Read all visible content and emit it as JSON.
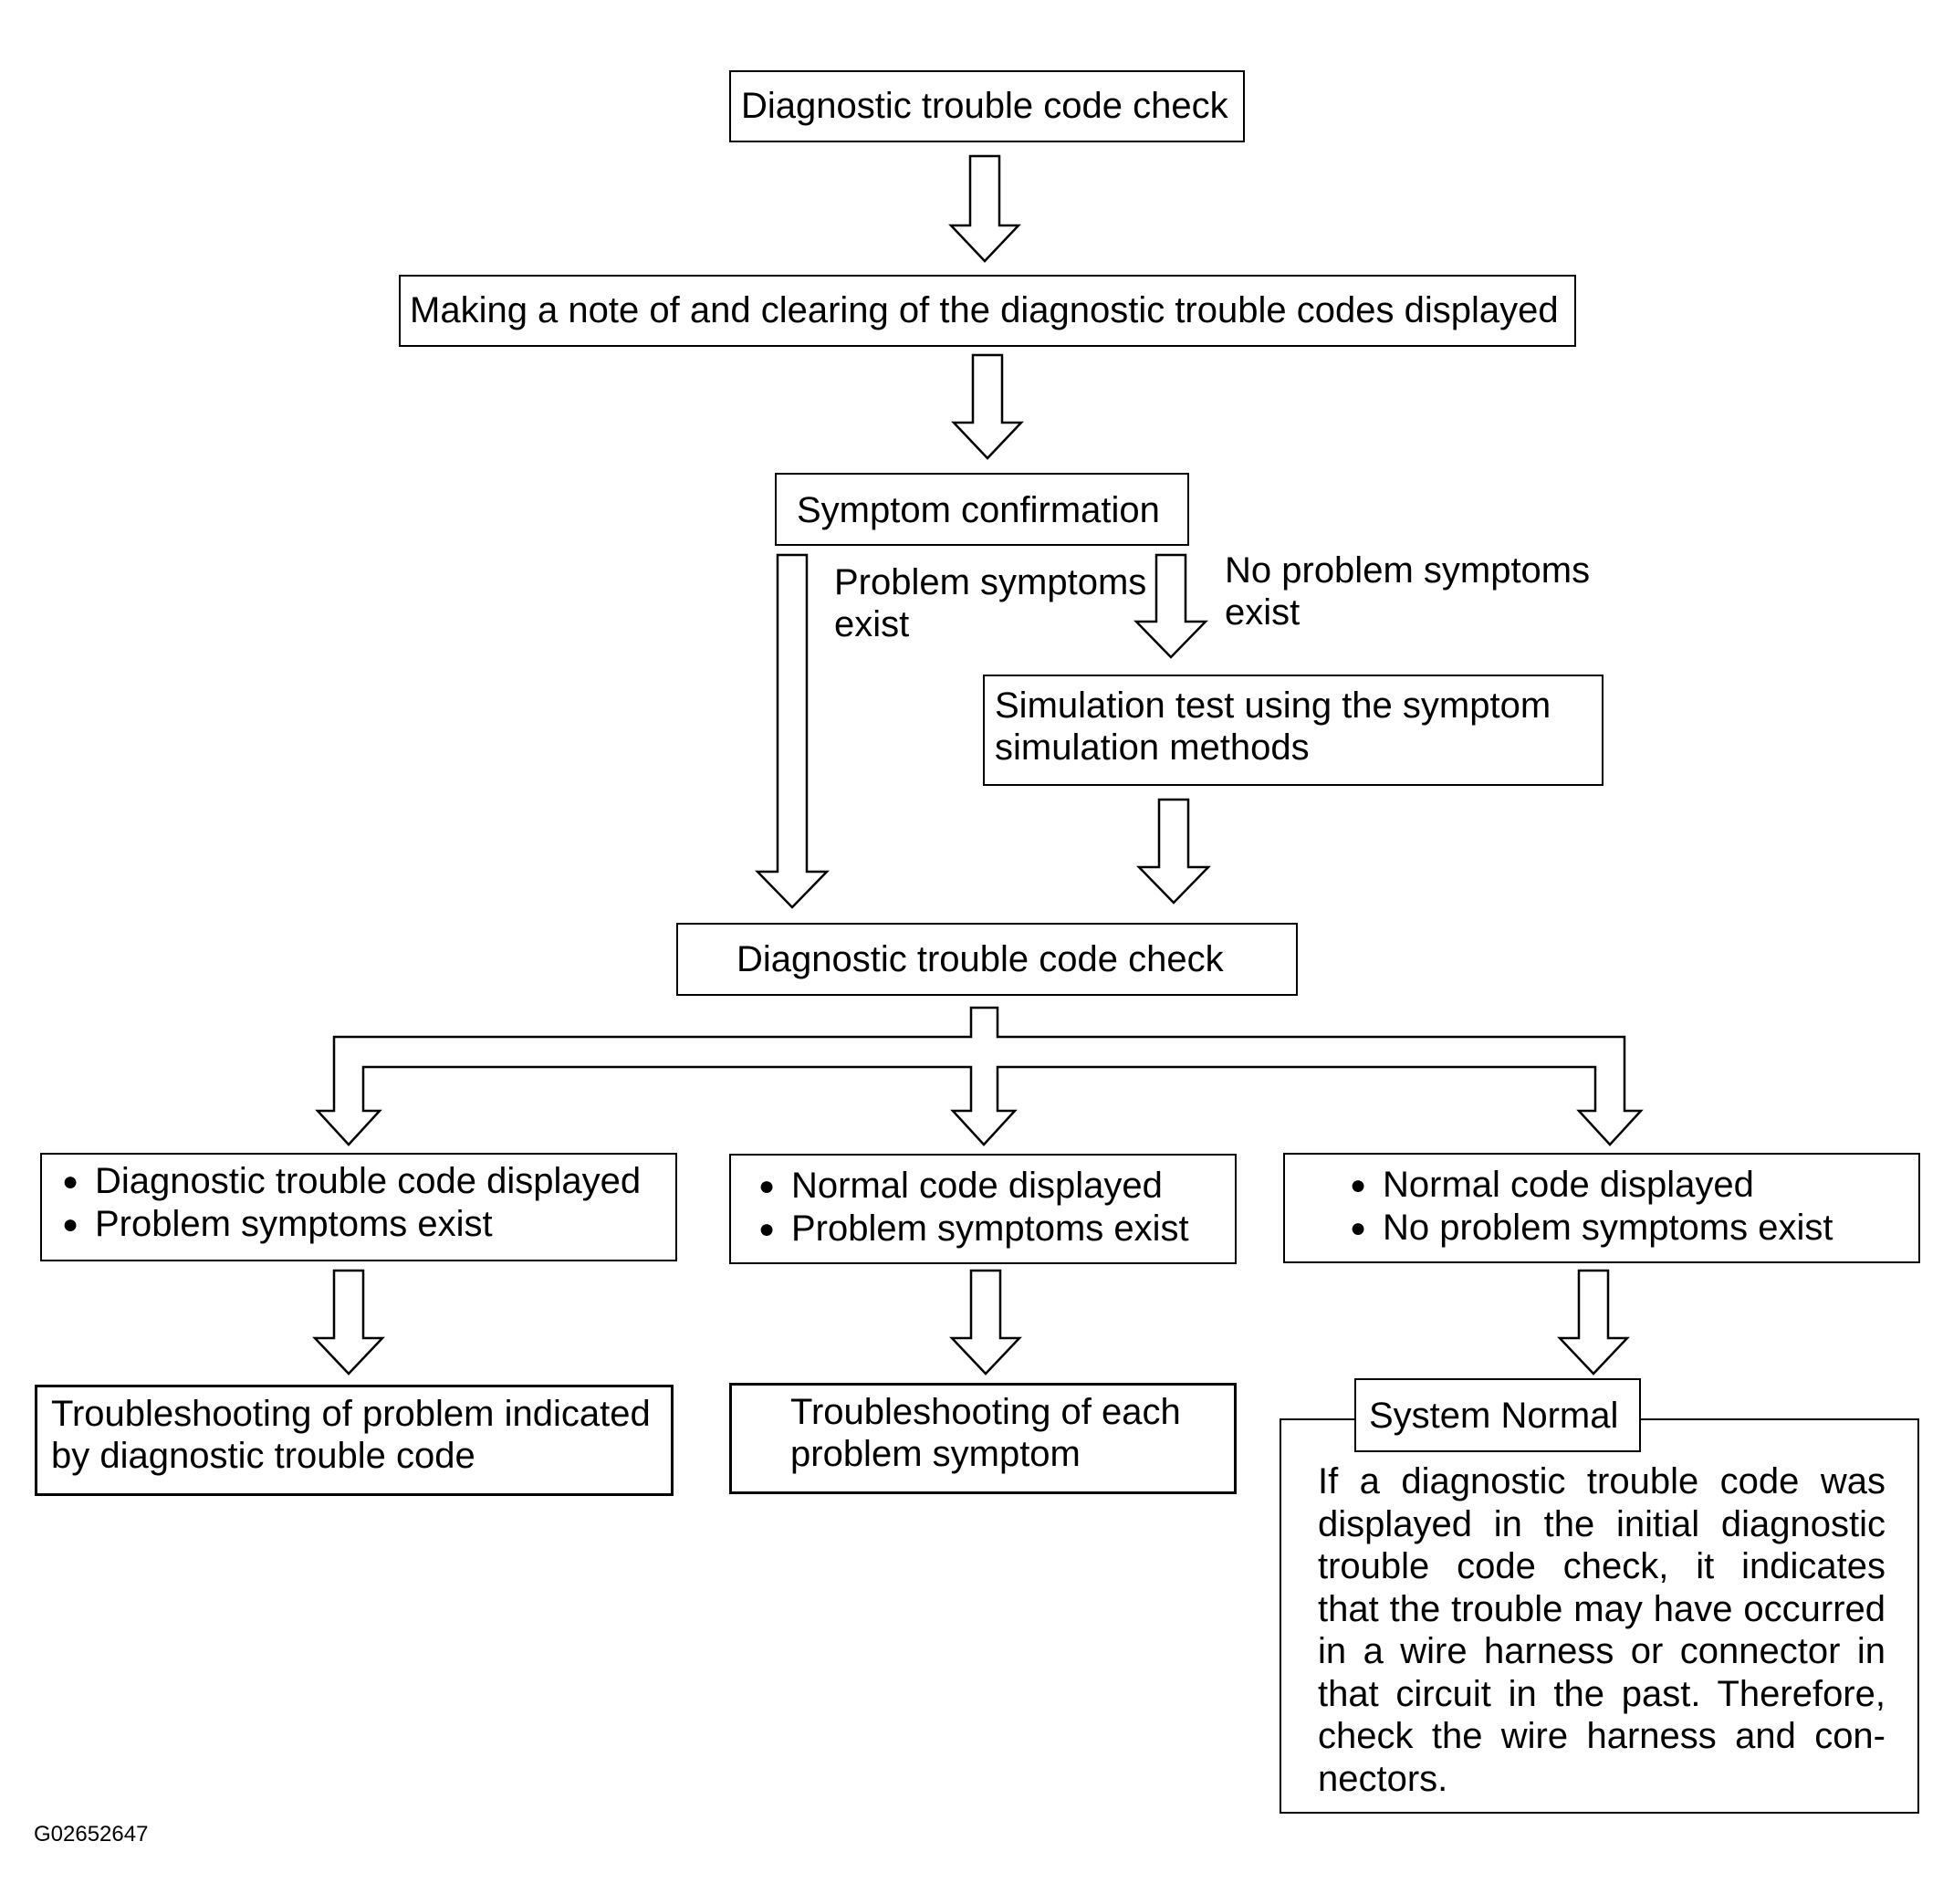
{
  "nodes": {
    "dtc_check_1": "Diagnostic trouble code check",
    "note_clear": "Making a note of and clearing of the diagnostic trouble codes displayed",
    "symptom_confirmation": "Symptom confirmation",
    "simulation_test": [
      "Simulation test using the symptom",
      "simulation methods"
    ],
    "dtc_check_2": "Diagnostic trouble code check",
    "branch_left": [
      "Diagnostic trouble code displayed",
      "Problem symptoms exist"
    ],
    "branch_middle": [
      "Normal code displayed",
      "Problem symptoms exist"
    ],
    "branch_right": [
      "Normal code displayed",
      "No problem symptoms exist"
    ],
    "result_left": [
      "Troubleshooting of problem indicated",
      "by diagnostic trouble code"
    ],
    "result_middle": [
      "Troubleshooting of each",
      "problem symptom"
    ],
    "system_normal": {
      "title": "System Normal",
      "body": [
        "If a diagnostic trouble code was",
        "displayed in the initial diagnostic",
        "trouble code check, it indicates",
        "that the trouble may have occurred",
        "in a wire harness or connector in",
        "that circuit in the past. Therefore,",
        "check the wire harness and con-",
        "nectors."
      ]
    }
  },
  "edge_labels": {
    "problem_symptoms_exist": [
      "Problem symptoms",
      "exist"
    ],
    "no_problem_symptoms_exist": [
      "No problem symptoms",
      "exist"
    ]
  },
  "figure_id": "G02652647"
}
